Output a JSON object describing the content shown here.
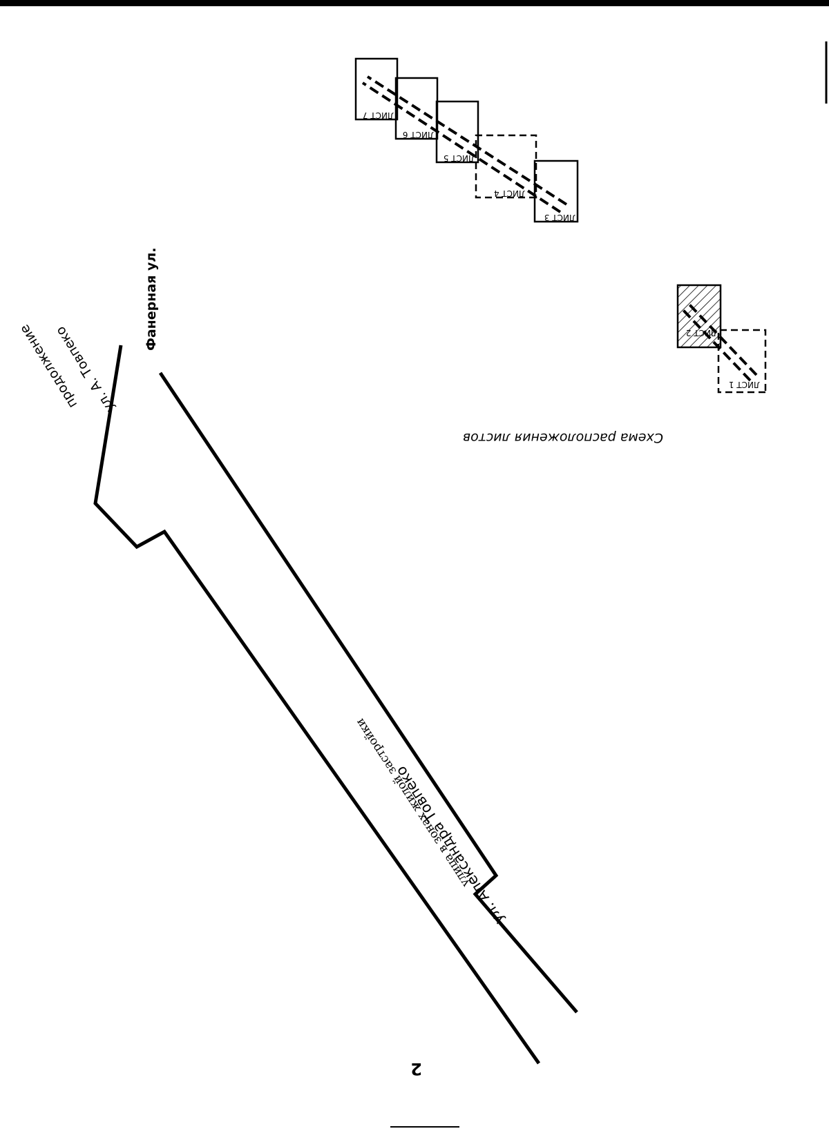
{
  "scheme_title": "Схема расположения листов",
  "sheets": [
    {
      "id": "sheet-1",
      "label": "ЛИСТ 1"
    },
    {
      "id": "sheet-2",
      "label": "ЛИСТ 2"
    },
    {
      "id": "sheet-3",
      "label": "ЛИСТ 3"
    },
    {
      "id": "sheet-4",
      "label": "ЛИСТ 4"
    },
    {
      "id": "sheet-5",
      "label": "ЛИСТ 5"
    },
    {
      "id": "sheet-6",
      "label": "ЛИСТ 6"
    },
    {
      "id": "sheet-7",
      "label": "ЛИСТ 7"
    }
  ],
  "streets": {
    "fanernaya": "Фанерная ул.",
    "tovpeko_continuation_line1": "продолжение",
    "tovpeko_continuation_line2": "ул. А. Товпеко",
    "main_street_line1": "ул. Александра Товпеко",
    "main_street_line2": "улица в зонах жилой застройки"
  },
  "page_number": "2",
  "colors": {
    "ink": "#000000",
    "paper": "#ffffff"
  }
}
